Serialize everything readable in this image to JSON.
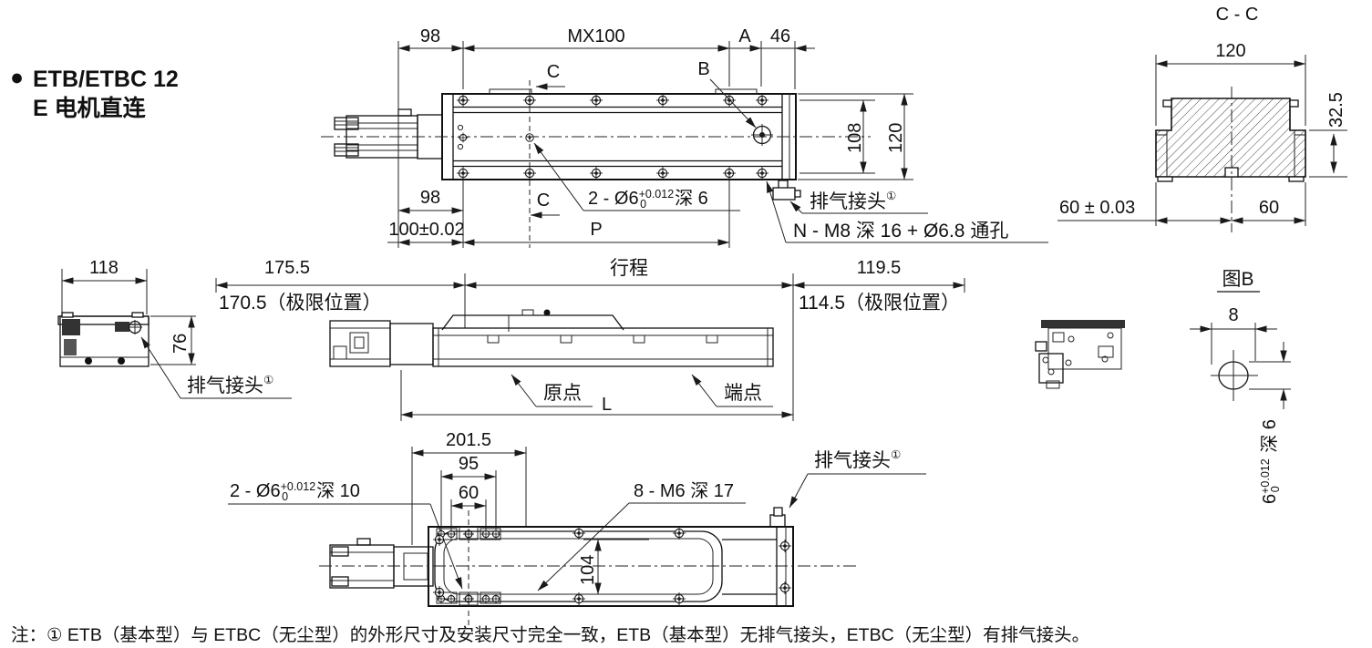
{
  "colors": {
    "ink": "#1a1a1a",
    "background": "#ffffff"
  },
  "title": {
    "bullet": "●",
    "line1": "ETB/ETBC 12",
    "line2": "E 电机直连"
  },
  "top_view": {
    "dim_98_top": "98",
    "dim_mx100": "MX100",
    "dim_A": "A",
    "dim_46": "46",
    "label_C_top": "C",
    "label_B": "B",
    "label_C_bottom": "C",
    "dim_108": "108",
    "dim_120": "120",
    "dim_98_bottom": "98",
    "dim_100": "100±0.02",
    "dim_P": "P",
    "hole_note": {
      "prefix": "2 - Ø6",
      "tol_top": "+0.012",
      "tol_bottom": "0",
      "suffix": "深 6"
    },
    "vent_label": "排气接头",
    "vent_sup": "①",
    "thread_note": "N - M8 深 16 + Ø6.8 通孔"
  },
  "section_cc": {
    "title": "C - C",
    "dim_120": "120",
    "dim_32_5": "32.5",
    "dim_60_tol": "60 ± 0.03",
    "dim_60": "60"
  },
  "end_view": {
    "dim_118": "118",
    "dim_76": "76",
    "vent_label": "排气接头",
    "vent_sup": "①"
  },
  "side_view": {
    "dim_175_5": "175.5",
    "limit_left": "170.5（极限位置）",
    "dim_stroke": "行程",
    "dim_119_5": "119.5",
    "limit_right": "114.5（极限位置）",
    "label_origin": "原点",
    "label_L": "L",
    "label_end": "端点"
  },
  "detail_b": {
    "title": "图B",
    "dim_8": "8",
    "hole_note": {
      "prefix": "6",
      "tol_top": "+0.012",
      "tol_bottom": "0",
      "suffix": " 深 6"
    }
  },
  "bottom_view": {
    "dim_201_5": "201.5",
    "dim_95": "95",
    "dim_60": "60",
    "dim_104": "104",
    "hole_note": {
      "prefix": "2 - Ø6",
      "tol_top": "+0.012",
      "tol_bottom": "0",
      "suffix": "深 10"
    },
    "thread_note": "8 - M6 深 17",
    "vent_label": "排气接头",
    "vent_sup": "①"
  },
  "note": {
    "text": "注：① ETB（基本型）与 ETBC（无尘型）的外形尺寸及安装尺寸完全一致，ETB（基本型）无排气接头，ETBC（无尘型）有排气接头。"
  }
}
